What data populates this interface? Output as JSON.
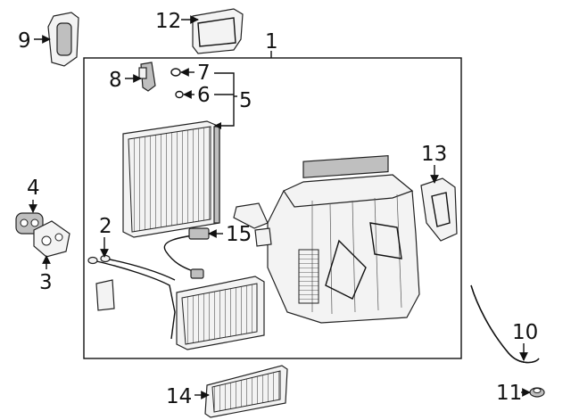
{
  "diagram": {
    "callouts": {
      "c1": "1",
      "c2": "2",
      "c3": "3",
      "c4": "4",
      "c5": "5",
      "c6": "6",
      "c7": "7",
      "c8": "8",
      "c9": "9",
      "c10": "10",
      "c11": "11",
      "c12": "12",
      "c13": "13",
      "c14": "14",
      "c15": "15"
    },
    "colors": {
      "line": "#111111",
      "part_fill": "#f3f3f3",
      "part_shade": "#bfbfbf",
      "background": "#ffffff"
    }
  }
}
